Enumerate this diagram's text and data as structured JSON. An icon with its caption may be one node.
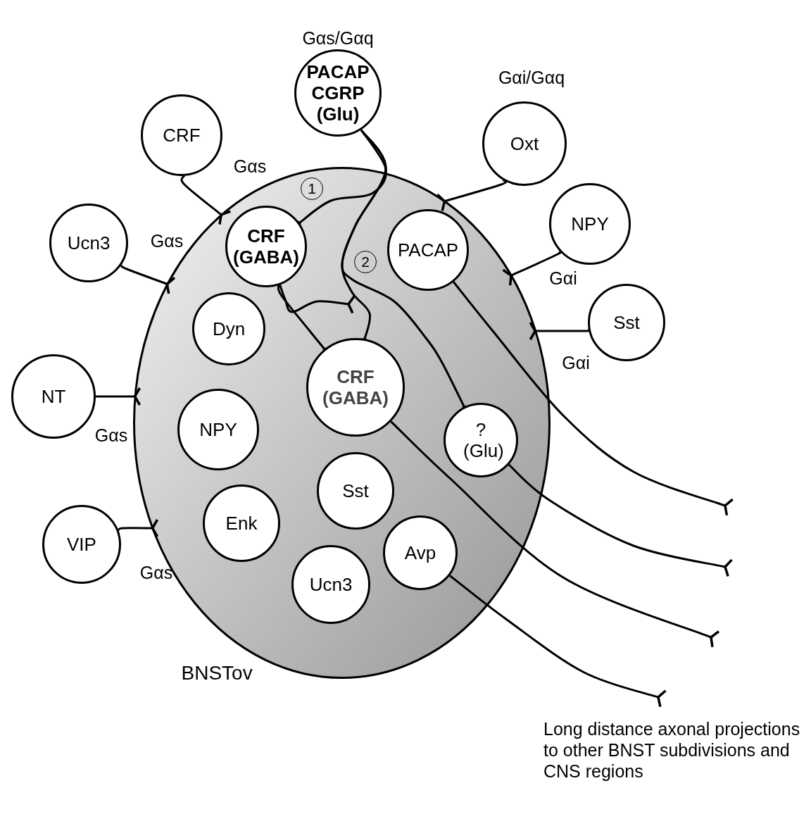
{
  "diagram": {
    "nodes": [
      {
        "text": [
          "BNSTov"
        ]
      },
      {
        "text": [
          "PACAP CGRP (Glu)"
        ],
        "beside": [
          "Gαs/Gαq"
        ]
      },
      {
        "text": [
          "CRF"
        ],
        "beside": [
          "Gαs"
        ]
      },
      {
        "text": [
          "Oxt"
        ],
        "beside": [
          "Gαi/Gαq"
        ]
      },
      {
        "text": [
          "Ucn3"
        ],
        "beside": [
          "Gαs"
        ]
      },
      {
        "text": [
          "NPY"
        ],
        "beside": [
          "Gαi"
        ]
      },
      {
        "text": [
          "Sst"
        ],
        "beside": [
          "Gαi"
        ]
      },
      {
        "text": [
          "NT"
        ],
        "beside": [
          "Gαs"
        ]
      },
      {
        "text": [
          "VIP"
        ],
        "beside": [
          "Gαs"
        ]
      },
      {
        "text": [
          "CRF (GABA)"
        ],
        "in": 0
      },
      {
        "text": [
          "PACAP"
        ],
        "in": 0
      },
      {
        "text": [
          "Dyn"
        ],
        "in": 0
      },
      {
        "text": [
          "CRF (GABA)"
        ],
        "in": 0
      },
      {
        "text": [
          "? (Glu)"
        ],
        "in": 0
      },
      {
        "text": [
          "NPY"
        ],
        "in": 0
      },
      {
        "text": [
          "Sst"
        ],
        "in": 0
      },
      {
        "text": [
          "Enk"
        ],
        "in": 0
      },
      {
        "text": [
          "Avp"
        ],
        "in": 0
      },
      {
        "text": [
          "Ucn3"
        ],
        "in": 0
      },
      {
        "text": [
          "1"
        ],
        "in": 0
      },
      {
        "text": [
          "2"
        ],
        "in": 0
      }
    ],
    "edges": [
      {
        "from": 1,
        "to": 9,
        "arrow": "other"
      },
      {
        "from": 1,
        "to": 12,
        "arrow": "other"
      },
      {
        "from": 1,
        "to": 13,
        "arrow": "other"
      },
      {
        "from": 9,
        "to": 12,
        "arrow": "other"
      },
      {
        "from": 9,
        "to": null,
        "arrow": "other"
      },
      {
        "from": 10,
        "to": null,
        "arrow": "other"
      },
      {
        "from": 13,
        "to": null,
        "arrow": "other"
      },
      {
        "from": 12,
        "to": null,
        "arrow": "other"
      },
      {
        "from": 17,
        "to": null,
        "arrow": "other"
      },
      {
        "from": 2,
        "to": 0,
        "arrow": "other"
      },
      {
        "from": 3,
        "to": 0,
        "arrow": "other"
      },
      {
        "from": 4,
        "to": 0,
        "arrow": "other"
      },
      {
        "from": 5,
        "to": 0,
        "arrow": "other"
      },
      {
        "from": 6,
        "to": 0,
        "arrow": "other"
      },
      {
        "from": 7,
        "to": 0,
        "arrow": "other"
      },
      {
        "from": 8,
        "to": 0,
        "arrow": "other"
      }
    ],
    "labels": [
      "Long distance axonal projections to other BNST subdivisions and CNS regions"
    ]
  }
}
